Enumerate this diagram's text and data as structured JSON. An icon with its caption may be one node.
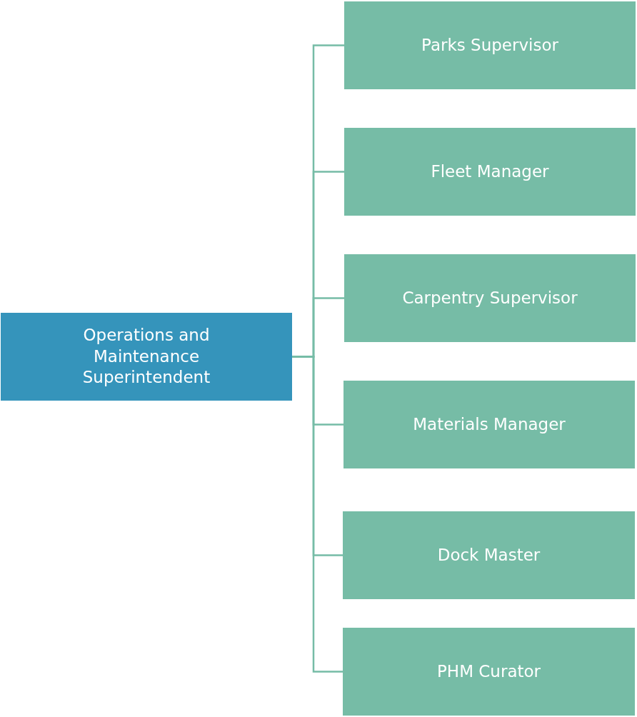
{
  "diagram": {
    "nodes": [
      {
        "text": [
          "Operations and Maintenance Superintendent"
        ]
      },
      {
        "text": [
          "Parks Supervisor"
        ]
      },
      {
        "text": [
          "Fleet Manager"
        ]
      },
      {
        "text": [
          "Carpentry Supervisor"
        ]
      },
      {
        "text": [
          "Materials Manager"
        ]
      },
      {
        "text": [
          "Dock Master"
        ]
      },
      {
        "text": [
          "PHM Curator"
        ]
      }
    ],
    "edges": [
      {
        "from": 0,
        "to": 1,
        "arrow": "none"
      },
      {
        "from": 0,
        "to": 2,
        "arrow": "none"
      },
      {
        "from": 0,
        "to": 3,
        "arrow": "none"
      },
      {
        "from": 0,
        "to": 4,
        "arrow": "none"
      },
      {
        "from": 0,
        "to": 5,
        "arrow": "none"
      },
      {
        "from": 0,
        "to": 6,
        "arrow": "none"
      }
    ]
  }
}
